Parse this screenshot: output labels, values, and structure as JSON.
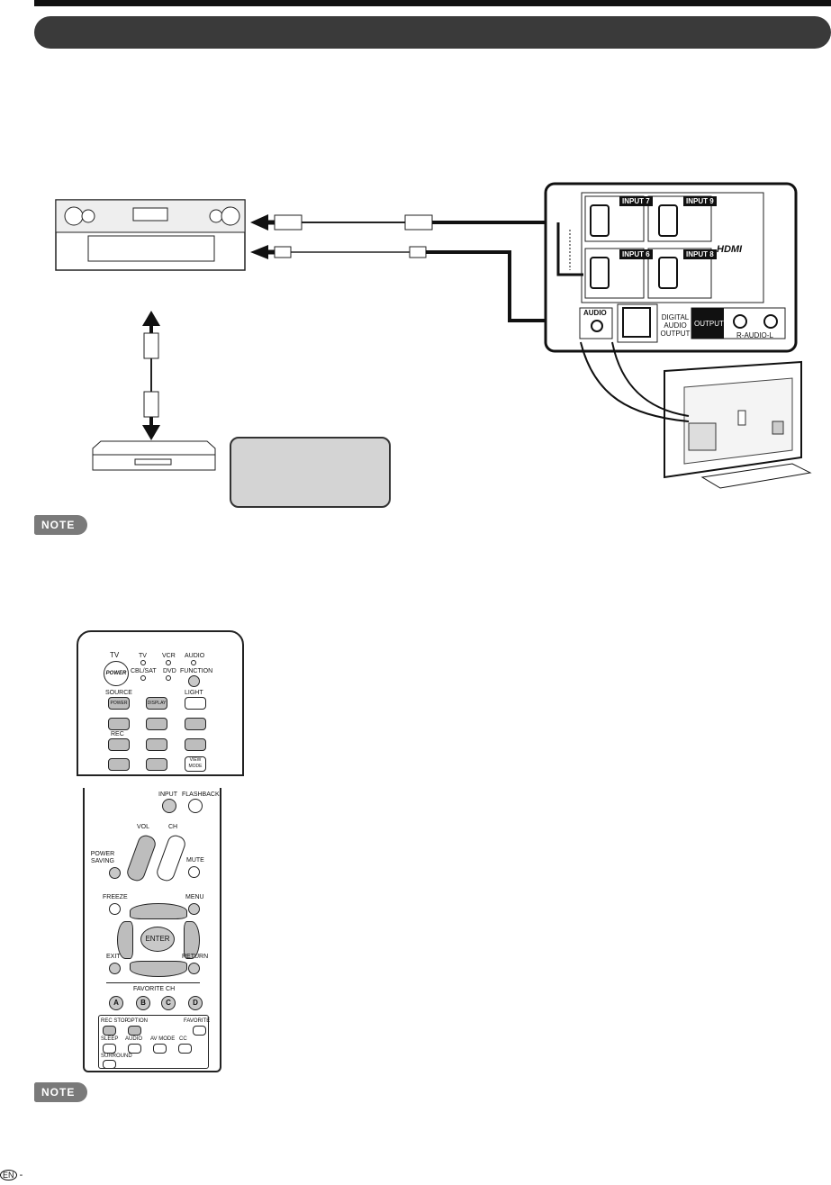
{
  "note_label": "NOTE",
  "tv_panel": {
    "inputs": [
      "INPUT 7",
      "INPUT 9",
      "INPUT 6",
      "INPUT 8"
    ],
    "hdmi_logo": "HDMI",
    "audio_in_label": "AUDIO",
    "digital_audio_output": [
      "DIGITAL",
      "AUDIO",
      "OUTPUT"
    ],
    "output_label": "OUTPUT",
    "rl_audio_label": "R-AUDIO-L"
  },
  "remote_top": {
    "tv": "TV",
    "tv_mode": "TV",
    "vcr": "VCR",
    "audio_mode": "AUDIO",
    "power_logo": "POWER",
    "cbl_sat": "CBL/SAT",
    "dvd": "DVD",
    "function": "FUNCTION",
    "source": "SOURCE",
    "power_btn": "POWER",
    "display_btn": "DISPLAY",
    "light": "LIGHT",
    "rec": "REC",
    "view_mode": "VIEW MODE"
  },
  "remote_bottom": {
    "input": "INPUT",
    "flashback": "FLASHBACK",
    "vol": "VOL",
    "ch": "CH",
    "power_saving": "POWER SAVING",
    "mute": "MUTE",
    "freeze": "FREEZE",
    "menu": "MENU",
    "enter": "ENTER",
    "exit": "EXIT",
    "return": "RETURN",
    "favorite_ch": "FAVORITE CH",
    "fav_a": "A",
    "fav_b": "B",
    "fav_c": "C",
    "fav_d": "D",
    "rec_stop": "REC STOP",
    "option": "OPTION",
    "favorite": "FAVORITE",
    "sleep": "SLEEP",
    "audio": "AUDIO",
    "av_mode": "AV MODE",
    "cc": "CC",
    "surround": "SURROUND"
  },
  "footer": {
    "lang": "EN",
    "dash": "-"
  }
}
